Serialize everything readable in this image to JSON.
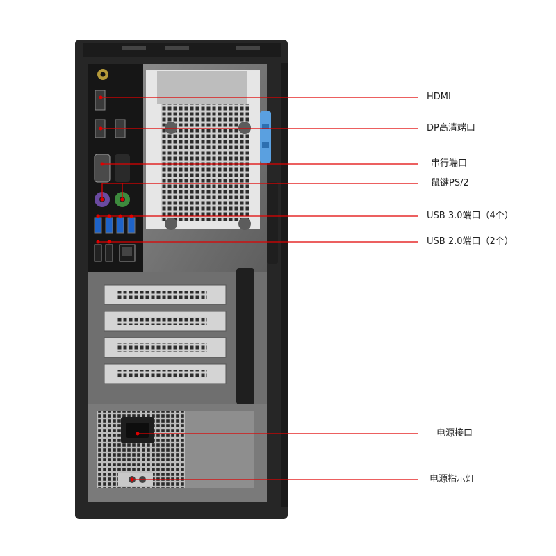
{
  "colors": {
    "accent": "#e00000",
    "chassis": "#2b2b2b",
    "panel": "#3a3a3a",
    "metal": "#9c9c9c",
    "usb3": "#1e63c8"
  },
  "labels": [
    {
      "id": "hdmi",
      "text": "HDMI"
    },
    {
      "id": "dp",
      "text": "DP高清端口"
    },
    {
      "id": "serial",
      "text": "串行端口"
    },
    {
      "id": "ps2",
      "text": "鼠键PS/2"
    },
    {
      "id": "usb3",
      "text": "USB 3.0端口（4个）"
    },
    {
      "id": "usb2",
      "text": "USB 2.0端口（2个）"
    },
    {
      "id": "power-in",
      "text": "电源接口"
    },
    {
      "id": "power-led",
      "text": "电源指示灯"
    }
  ],
  "icons": [
    "fan-grille-icon",
    "hdmi-port-icon",
    "displayport-icon",
    "serial-port-icon",
    "ps2-port-icon",
    "usb-port-icon",
    "ethernet-port-icon",
    "audio-jack-icon",
    "power-socket-icon",
    "power-led-icon",
    "expansion-slot-icon"
  ]
}
